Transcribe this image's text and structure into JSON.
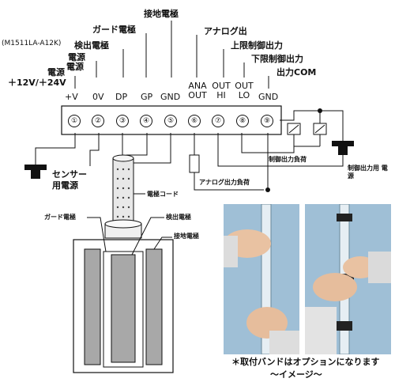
{
  "model": "(M1511LA-A12K)",
  "labels": {
    "power_main": "電源",
    "power_sub": "電源",
    "power_voltage": "＋12V/＋24V",
    "detect": "検出電極",
    "guard": "ガード電極",
    "ground": "接地電極",
    "analog_out": "アナログ出",
    "upper_limit": "上限制御出力",
    "lower_limit": "下限制御出力",
    "output_com": "出力COM"
  },
  "terminals": [
    {
      "num": "①",
      "label": "+V"
    },
    {
      "num": "②",
      "label": "0V"
    },
    {
      "num": "③",
      "label": "DP"
    },
    {
      "num": "④",
      "label": "GP"
    },
    {
      "num": "⑤",
      "label": "GND"
    },
    {
      "num": "⑥",
      "label": "ANA OUT"
    },
    {
      "num": "⑦",
      "label": "OUT HI"
    },
    {
      "num": "⑧",
      "label": "OUT LO"
    },
    {
      "num": "⑨",
      "label": "GND"
    }
  ],
  "annotations": {
    "sensor_power": "センサー 用電源",
    "electrode_cord": "電極コード",
    "guard_electrode": "ガード電極",
    "detect_electrode": "検出電極",
    "ground_electrode": "接地電極",
    "control_load": "制御出力負荷",
    "control_power": "制御出力用 電源",
    "analog_load": "アナログ出力負荷"
  },
  "note": {
    "line1": "＊取付バンドはオプションになります",
    "line2": "〜イメージ〜"
  },
  "colors": {
    "photo_bg": "#a9c4d8",
    "electrode_fill": "#a8a8a8",
    "relay_fill": "#ffffff"
  }
}
